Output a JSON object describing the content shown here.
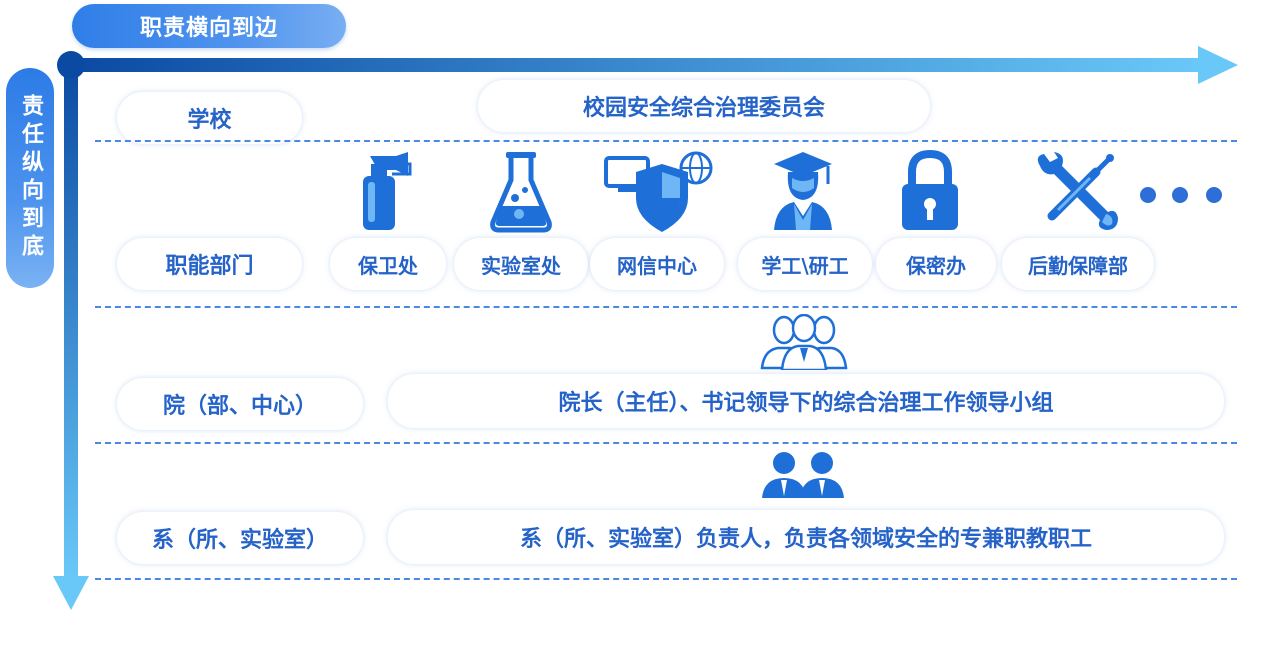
{
  "axes": {
    "horizontal_label": "职责横向到边",
    "vertical_label": "责任纵向到底"
  },
  "rows": {
    "school": {
      "label": "学校",
      "content": "校园安全综合治理委员会"
    },
    "functional": {
      "label": "职能部门",
      "departments": [
        {
          "name": "保卫处",
          "icon": "fire-extinguisher-icon"
        },
        {
          "name": "实验室处",
          "icon": "flask-icon"
        },
        {
          "name": "网信中心",
          "icon": "network-shield-icon"
        },
        {
          "name": "学工\\研工",
          "icon": "graduate-icon"
        },
        {
          "name": "保密办",
          "icon": "padlock-icon"
        },
        {
          "name": "后勤保障部",
          "icon": "tools-icon"
        }
      ],
      "more_icon": "ellipsis-icon"
    },
    "college": {
      "label": "院（部、中心）",
      "content": "院长（主任）、书记领导下的综合治理工作领导小组",
      "icon": "group-icon"
    },
    "department": {
      "label": "系（所、实验室）",
      "content": "系（所、实验室）负责人，负责各领域安全的专兼职教职工",
      "icon": "two-people-icon"
    }
  },
  "colors": {
    "primary": "#2563c9",
    "icon_blue": "#1f6fd8",
    "arrow_dark": "#0d4fa8",
    "arrow_light": "#6cc6f7"
  }
}
